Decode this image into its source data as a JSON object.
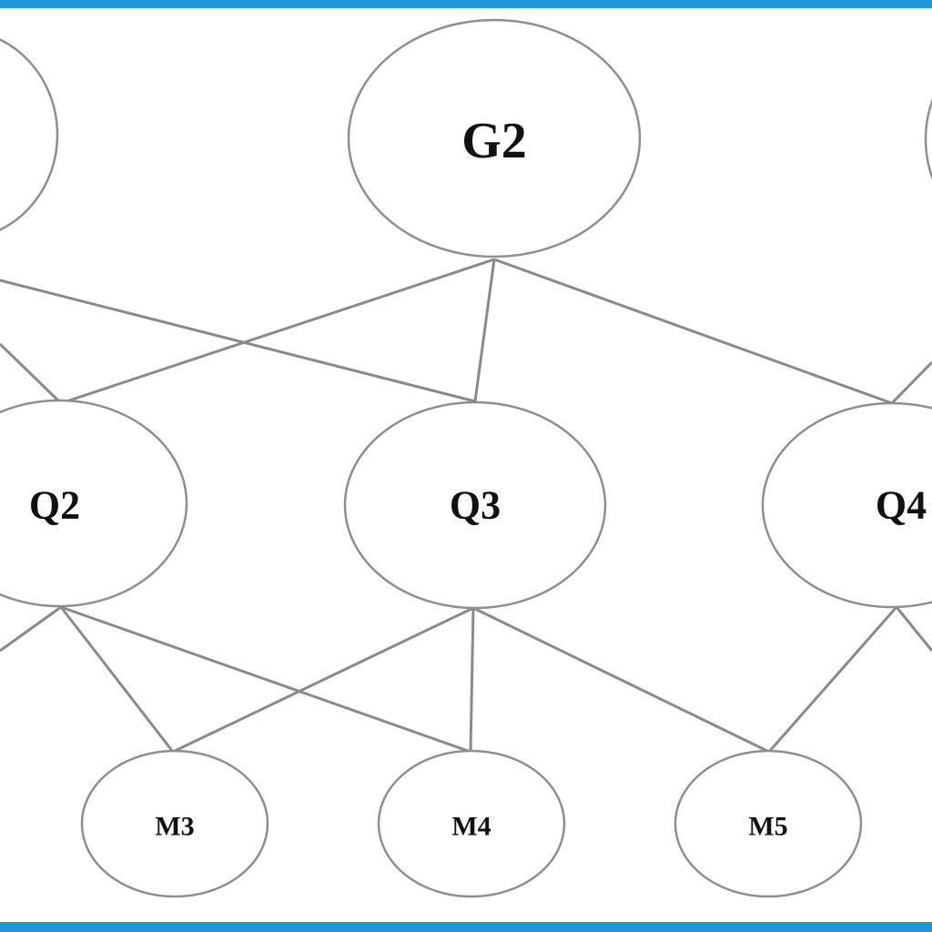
{
  "nodes": {
    "g2": "G2",
    "q2": "Q2",
    "q3": "Q3",
    "q4": "Q4",
    "m3": "M3",
    "m4": "M4",
    "m5": "M5"
  },
  "colors": {
    "frame_border": "#2196d8",
    "edge": "#8a8a8a",
    "node_outline": "#8f8f8f",
    "label": "#111111"
  }
}
